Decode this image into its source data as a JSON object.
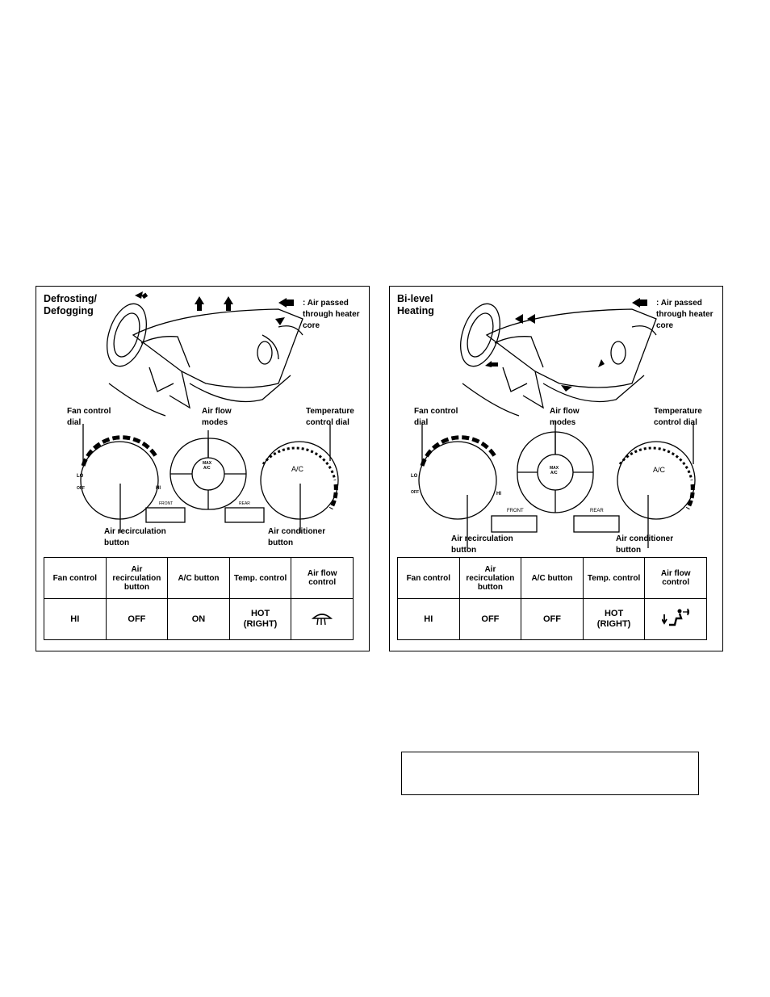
{
  "panels": [
    {
      "title": "Defrosting/\nDefogging",
      "legend": ": Air passed through heater core",
      "labels": {
        "fan_control_dial": "Fan control dial",
        "air_flow_modes": "Air flow modes",
        "temperature_control_dial": "Temperature control dial",
        "air_recirculation_button": "Air recirculation button",
        "air_conditioner_button": "Air conditioner button"
      },
      "control_panel": {
        "lo": "LO",
        "off": "OFF",
        "hi": "HI",
        "ac": "A/C",
        "max_ac_1": "MAX",
        "max_ac_2": "A/C",
        "front": "FRONT",
        "rear": "REAR"
      },
      "table": {
        "headers": [
          "Fan control",
          "Air recirculation button",
          "A/C button",
          "Temp. control",
          "Air flow control"
        ],
        "values": [
          "HI",
          "OFF",
          "ON",
          "HOT\n(RIGHT)",
          ""
        ],
        "air_flow_icon": "defrost-icon"
      }
    },
    {
      "title": "Bi-level\nHeating",
      "legend": ": Air passed through heater core",
      "labels": {
        "fan_control_dial": "Fan control dial",
        "air_flow_modes": "Air flow modes",
        "temperature_control_dial": "Temperature control dial",
        "air_recirculation_button": "Air recirculation button",
        "air_conditioner_button": "Air conditioner button"
      },
      "control_panel": {
        "lo": "LO",
        "off": "OFF",
        "hi": "HI",
        "ac": "A/C",
        "max_ac_1": "MAX",
        "max_ac_2": "A/C",
        "front": "FRONT",
        "rear": "REAR"
      },
      "table": {
        "headers": [
          "Fan control",
          "Air recirculation button",
          "A/C button",
          "Temp. control",
          "Air flow control"
        ],
        "values": [
          "HI",
          "OFF",
          "OFF",
          "HOT\n(RIGHT)",
          ""
        ],
        "air_flow_icon": "bi-level-icon"
      }
    }
  ]
}
